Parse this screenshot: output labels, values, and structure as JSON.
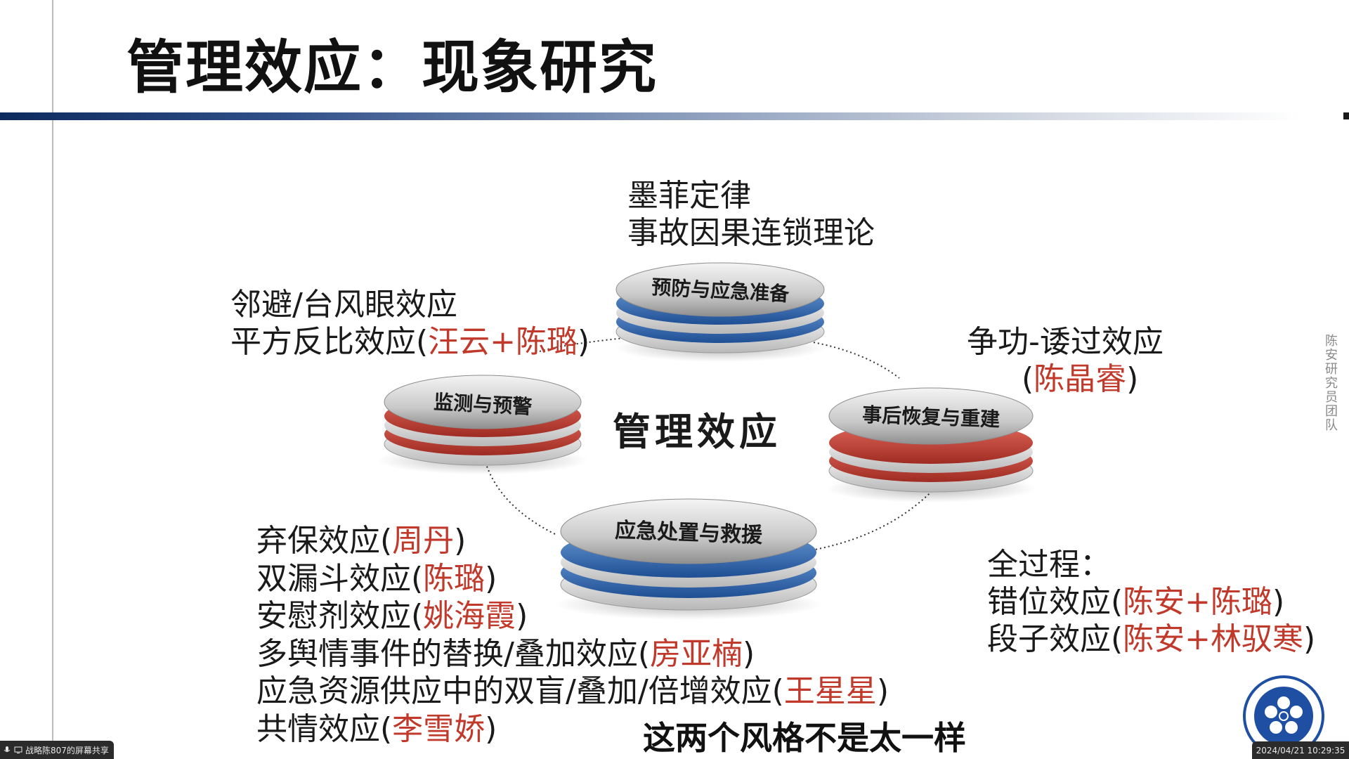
{
  "slide": {
    "title": "管理效应：现象研究",
    "center_label": "管理效应",
    "watermark": "陈安研究员团队",
    "comment": "这两个风格不是太一样"
  },
  "stages": {
    "prevention": "预防与应急准备",
    "monitoring": "监测与预警",
    "recovery": "事后恢复与重建",
    "response": "应急处置与救援"
  },
  "groups": {
    "murphy": [
      "墨菲定律",
      "事故因果连锁理论"
    ],
    "left": {
      "line1": "邻避/台风眼效应",
      "line2_prefix": "平方反比效应(",
      "line2_author": "汪云+陈璐",
      "line2_suffix": ")"
    },
    "right": {
      "line1": "争功-诿过效应",
      "line2_prefix": "(",
      "line2_author": "陈晶睿",
      "line2_suffix": ")"
    },
    "bottom": [
      {
        "prefix": "弃保效应(",
        "author": "周丹",
        "suffix": ")"
      },
      {
        "prefix": "双漏斗效应(",
        "author": "陈璐",
        "suffix": ")"
      },
      {
        "prefix": "安慰剂效应(",
        "author": "姚海霞",
        "suffix": ")"
      },
      {
        "prefix": "多舆情事件的替换/叠加效应(",
        "author": "房亚楠",
        "suffix": ")"
      },
      {
        "prefix": "应急资源供应中的双盲/叠加/倍增效应(",
        "author": "王星星",
        "suffix": ")"
      },
      {
        "prefix": "共情效应(",
        "author": "李雪娇",
        "suffix": ")"
      }
    ],
    "process": {
      "heading": "全过程：",
      "items": [
        {
          "prefix": "错位效应(",
          "author": "陈安+陈璐",
          "suffix": ")"
        },
        {
          "prefix": "段子效应(",
          "author": "陈安+林驭寒",
          "suffix": ")"
        }
      ]
    }
  },
  "taskbar": {
    "share_text": "战略陈807的屏幕共享",
    "clock": "2024/04/21 10:29:35"
  },
  "colors": {
    "accent_red": "#c0392b",
    "blue_disc": "#3a6fb5",
    "red_disc": "#c9453a",
    "title_bar": "#0d2a5e"
  },
  "icons": [
    "emblem-logo",
    "mic-icon",
    "screen-share-icon"
  ]
}
